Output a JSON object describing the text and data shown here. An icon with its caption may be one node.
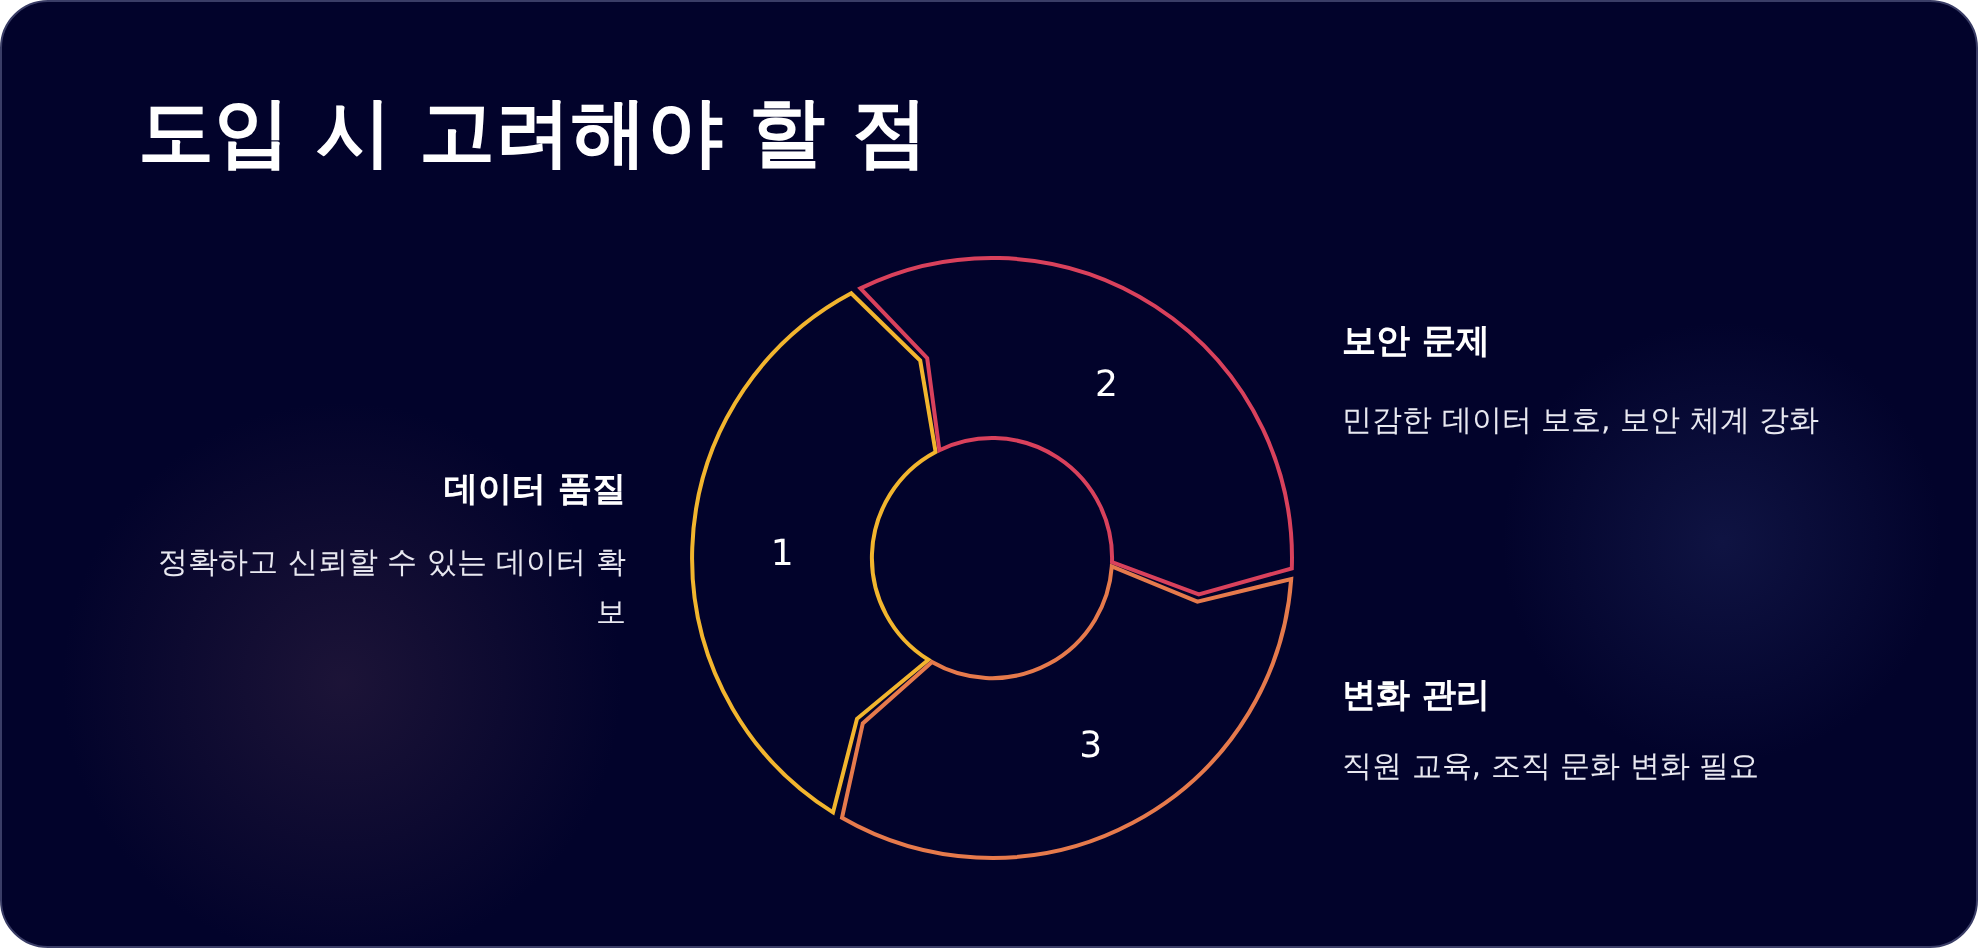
{
  "diagram": {
    "title": "도입 시 고려해야 할 점",
    "nodes": [
      {
        "text": [
          "1"
        ],
        "beside": [
          "데이터 품질",
          "정확하고 신뢰할 수 있는 데이터 확보"
        ]
      },
      {
        "text": [
          "2"
        ],
        "beside": [
          "보안 문제",
          "민감한 데이터 보호, 보안 체계 강화"
        ]
      },
      {
        "text": [
          "3"
        ],
        "beside": [
          "변화 관리",
          "직원 교육, 조직 문화 변화 필요"
        ]
      }
    ]
  }
}
